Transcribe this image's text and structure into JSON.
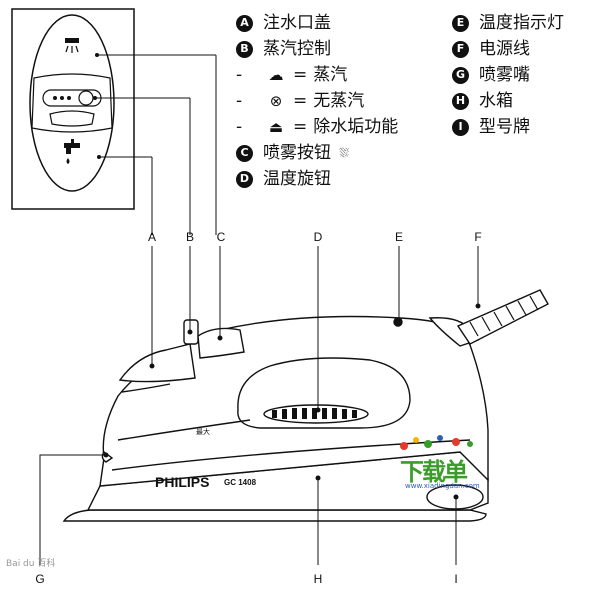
{
  "legend": {
    "items": [
      {
        "key": "A",
        "label": "注水口盖"
      },
      {
        "key": "B",
        "label": "蒸汽控制"
      },
      {
        "key": "C",
        "label": "喷雾按钮"
      },
      {
        "key": "D",
        "label": "温度旋钮"
      },
      {
        "key": "E",
        "label": "温度指示灯"
      },
      {
        "key": "F",
        "label": "电源线"
      },
      {
        "key": "G",
        "label": "喷雾嘴"
      },
      {
        "key": "H",
        "label": "水箱"
      },
      {
        "key": "I",
        "label": "型号牌"
      }
    ],
    "steam_settings": [
      {
        "dash": "-",
        "icon": "steam-cloud-icon",
        "eq": "=",
        "label": "蒸汽"
      },
      {
        "dash": "-",
        "icon": "no-steam-icon",
        "eq": "=",
        "label": "无蒸汽"
      },
      {
        "dash": "-",
        "icon": "calc-clean-icon",
        "eq": "=",
        "label": "除水垢功能"
      }
    ]
  },
  "callouts": {
    "top": [
      "A",
      "B",
      "C",
      "D",
      "E",
      "F"
    ],
    "bottom": [
      "G",
      "H",
      "I"
    ]
  },
  "iron": {
    "brand": "PHILIPS",
    "model": "GC 1408",
    "small_label": "最大"
  },
  "watermark": {
    "logo_text": "下载单",
    "url": "www.xiadingdan.com",
    "corner_text": "Bai du 百科"
  },
  "colors": {
    "line": "#111111",
    "watermark_green": "#3a9d2a",
    "watermark_blue": "#2b5fb8"
  }
}
